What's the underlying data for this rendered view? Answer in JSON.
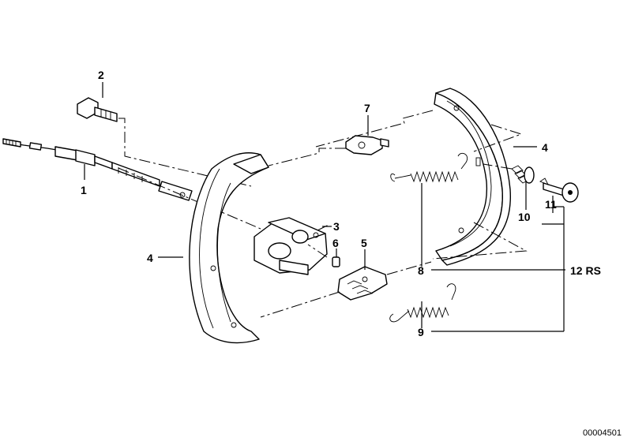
{
  "labels": {
    "l1": "1",
    "l2": "2",
    "l3": "3",
    "l4_left": "4",
    "l4_right": "4",
    "l5": "5",
    "l6": "6",
    "l7": "7",
    "l8": "8",
    "l9": "9",
    "l10": "10",
    "l11": "11",
    "l12": "12 RS"
  },
  "ref_number": "00004501"
}
